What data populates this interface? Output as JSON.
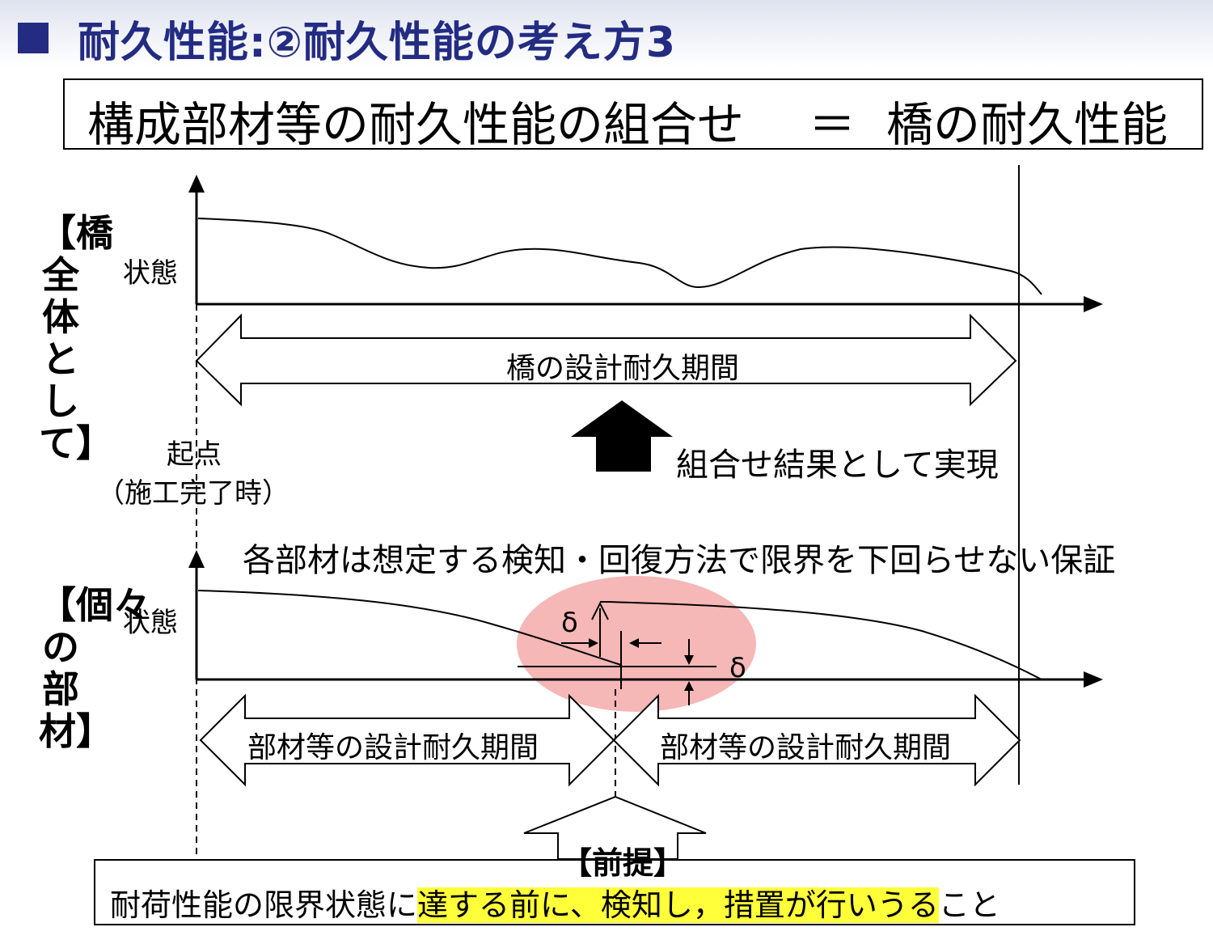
{
  "header": {
    "title": "耐久性能:②耐久性能の考え方3"
  },
  "summary": {
    "left": "構成部材等の耐久性能の組合せ",
    "equals": "＝",
    "right": "橋の耐久性能"
  },
  "upper_section": {
    "side_label": "【橋全体として】",
    "state_label": "状態",
    "period_label": "橋の設計耐久期間"
  },
  "start_point": {
    "line1": "起点",
    "line2": "（施工完了時）"
  },
  "combination_label": "組合せ結果として実現",
  "guarantee_label": "各部材は想定する検知・回復方法で限界を下回らせない保証",
  "lower_section": {
    "side_label": "【個々の部材】",
    "state_label": "状態",
    "delta_1": "δ",
    "delta_2": "δ",
    "period_label_1": "部材等の設計耐久期間",
    "period_label_2": "部材等の設計耐久期間"
  },
  "premise": {
    "label": "【前提】",
    "text_before": "耐荷性能の限界状態に",
    "text_highlight": "達する前に、検知し，措置が行いうる",
    "text_after": "こと"
  },
  "colors": {
    "title": "#232c82",
    "highlight": "#ffff3a",
    "ellipse": "#f4aaaa"
  }
}
